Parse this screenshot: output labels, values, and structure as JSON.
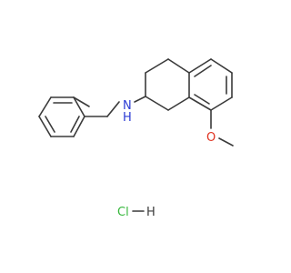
{
  "molecule": {
    "description_labels": {
      "amine_N": "N",
      "amine_H": "H",
      "ether_O": "O",
      "chloride": "Cl",
      "hydrogen": "H"
    },
    "colors": {
      "bond": "#3a3a3a",
      "nitrogen": "#2b3bd4",
      "oxygen": "#e0301e",
      "chlorine": "#36b73c",
      "hydrogen": "#3a3a3a"
    }
  }
}
